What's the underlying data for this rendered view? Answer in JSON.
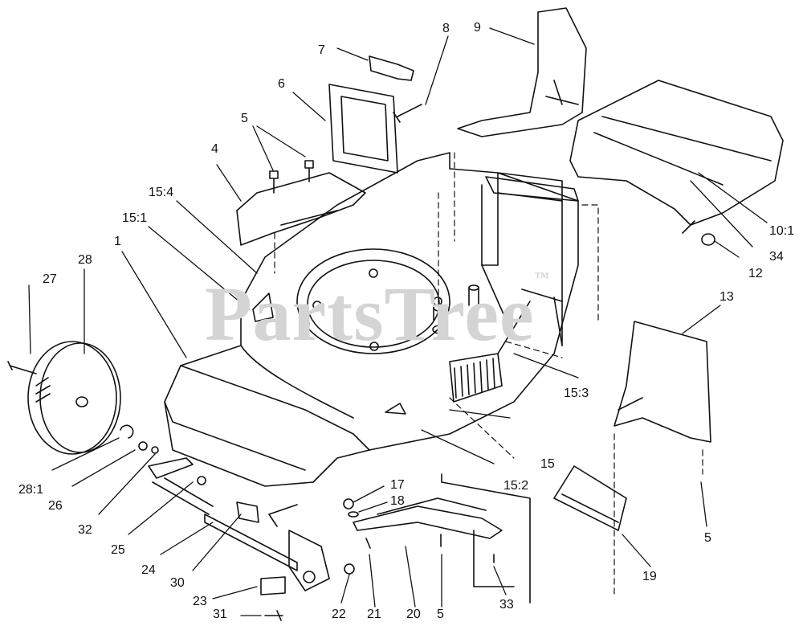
{
  "watermark": {
    "text": "PartsTree",
    "mark": "™"
  },
  "callouts": [
    "1",
    "4",
    "5",
    "5",
    "5",
    "5",
    "6",
    "7",
    "8",
    "9",
    "10:1",
    "12",
    "13",
    "15",
    "15:1",
    "15:2",
    "15:3",
    "15:4",
    "17",
    "18",
    "19",
    "20",
    "21",
    "22",
    "23",
    "24",
    "25",
    "26",
    "27",
    "28",
    "28:1",
    "30",
    "31",
    "32",
    "33",
    "34"
  ]
}
